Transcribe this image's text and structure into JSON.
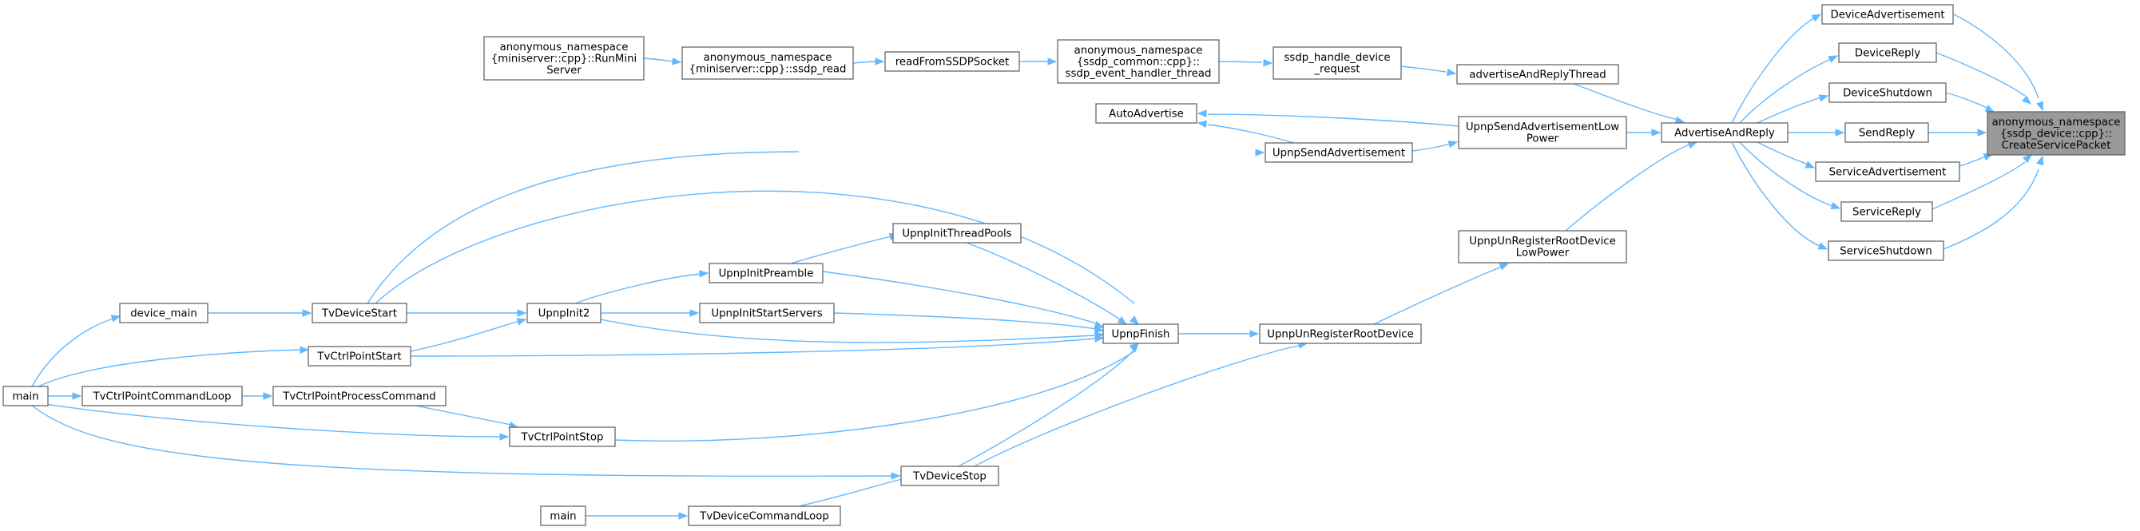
{
  "graph": {
    "title": "",
    "colors": {
      "edge": "#63b8ff",
      "border": "#666666",
      "focus_fill": "#999999",
      "node_fill": "#ffffff"
    },
    "nodes": [
      {
        "id": "create",
        "lines": [
          "anonymous_namespace",
          "{ssdp_device::cpp}::",
          "CreateServicePacket"
        ],
        "focus": true
      },
      {
        "id": "dev_adv",
        "lines": [
          "DeviceAdvertisement"
        ]
      },
      {
        "id": "dev_reply",
        "lines": [
          "DeviceReply"
        ]
      },
      {
        "id": "dev_shut",
        "lines": [
          "DeviceShutdown"
        ]
      },
      {
        "id": "send_reply",
        "lines": [
          "SendReply"
        ]
      },
      {
        "id": "svc_adv",
        "lines": [
          "ServiceAdvertisement"
        ]
      },
      {
        "id": "svc_reply",
        "lines": [
          "ServiceReply"
        ]
      },
      {
        "id": "svc_shut",
        "lines": [
          "ServiceShutdown"
        ]
      },
      {
        "id": "adv_reply",
        "lines": [
          "AdvertiseAndReply"
        ]
      },
      {
        "id": "adv_thread",
        "lines": [
          "advertiseAndReplyThread"
        ]
      },
      {
        "id": "send_adv_lp",
        "lines": [
          "UpnpSendAdvertisementLow",
          "Power"
        ]
      },
      {
        "id": "unreg_lp",
        "lines": [
          "UpnpUnRegisterRootDevice",
          "LowPower"
        ]
      },
      {
        "id": "ssdp_handle",
        "lines": [
          "ssdp_handle_device",
          "_request"
        ]
      },
      {
        "id": "ssdp_evt",
        "lines": [
          "anonymous_namespace",
          "{ssdp_common::cpp}::",
          "ssdp_event_handler_thread"
        ]
      },
      {
        "id": "read_ssdp",
        "lines": [
          "readFromSSDPSocket"
        ]
      },
      {
        "id": "ssdp_read",
        "lines": [
          "anonymous_namespace",
          "{miniserver::cpp}::ssdp_read"
        ]
      },
      {
        "id": "run_mini",
        "lines": [
          "anonymous_namespace",
          "{miniserver::cpp}::RunMini",
          "Server"
        ]
      },
      {
        "id": "auto_adv",
        "lines": [
          "AutoAdvertise"
        ]
      },
      {
        "id": "send_adv",
        "lines": [
          "UpnpSendAdvertisement"
        ]
      },
      {
        "id": "unreg",
        "lines": [
          "UpnpUnRegisterRootDevice"
        ]
      },
      {
        "id": "finish",
        "lines": [
          "UpnpFinish"
        ]
      },
      {
        "id": "init_pools",
        "lines": [
          "UpnpInitThreadPools"
        ]
      },
      {
        "id": "init_pre",
        "lines": [
          "UpnpInitPreamble"
        ]
      },
      {
        "id": "init_srv",
        "lines": [
          "UpnpInitStartServers"
        ]
      },
      {
        "id": "init2",
        "lines": [
          "UpnpInit2"
        ]
      },
      {
        "id": "tv_dev_start",
        "lines": [
          "TvDeviceStart"
        ]
      },
      {
        "id": "tv_cp_start",
        "lines": [
          "TvCtrlPointStart"
        ]
      },
      {
        "id": "device_main",
        "lines": [
          "device_main"
        ]
      },
      {
        "id": "main1",
        "lines": [
          "main"
        ]
      },
      {
        "id": "tv_cp_loop",
        "lines": [
          "TvCtrlPointCommandLoop"
        ]
      },
      {
        "id": "tv_cp_proc",
        "lines": [
          "TvCtrlPointProcessCommand"
        ]
      },
      {
        "id": "tv_cp_stop",
        "lines": [
          "TvCtrlPointStop"
        ]
      },
      {
        "id": "tv_dev_stop",
        "lines": [
          "TvDeviceStop"
        ]
      },
      {
        "id": "main2",
        "lines": [
          "main"
        ]
      },
      {
        "id": "tv_dev_loop",
        "lines": [
          "TvDeviceCommandLoop"
        ]
      }
    ],
    "edges": [
      {
        "from": "dev_adv",
        "to": "create"
      },
      {
        "from": "dev_reply",
        "to": "create"
      },
      {
        "from": "dev_shut",
        "to": "create"
      },
      {
        "from": "send_reply",
        "to": "create"
      },
      {
        "from": "svc_adv",
        "to": "create"
      },
      {
        "from": "svc_reply",
        "to": "create"
      },
      {
        "from": "svc_shut",
        "to": "create"
      },
      {
        "from": "adv_reply",
        "to": "dev_adv"
      },
      {
        "from": "adv_reply",
        "to": "dev_reply"
      },
      {
        "from": "adv_reply",
        "to": "dev_shut"
      },
      {
        "from": "adv_reply",
        "to": "send_reply"
      },
      {
        "from": "adv_reply",
        "to": "svc_adv"
      },
      {
        "from": "adv_reply",
        "to": "svc_reply"
      },
      {
        "from": "adv_reply",
        "to": "svc_shut"
      },
      {
        "from": "adv_thread",
        "to": "adv_reply"
      },
      {
        "from": "send_adv_lp",
        "to": "adv_reply"
      },
      {
        "from": "unreg_lp",
        "to": "adv_reply"
      },
      {
        "from": "ssdp_handle",
        "to": "adv_thread"
      },
      {
        "from": "ssdp_evt",
        "to": "ssdp_handle"
      },
      {
        "from": "read_ssdp",
        "to": "ssdp_evt"
      },
      {
        "from": "ssdp_read",
        "to": "read_ssdp"
      },
      {
        "from": "run_mini",
        "to": "ssdp_read"
      },
      {
        "from": "send_adv_lp",
        "to": "auto_adv"
      },
      {
        "from": "send_adv",
        "to": "send_adv_lp"
      },
      {
        "from": "send_adv",
        "to": "auto_adv"
      },
      {
        "from": "tv_dev_start",
        "to": "send_adv"
      },
      {
        "from": "unreg",
        "to": "unreg_lp"
      },
      {
        "from": "finish",
        "to": "unreg"
      },
      {
        "from": "tv_dev_stop",
        "to": "unreg"
      },
      {
        "from": "init_pre",
        "to": "init_pools"
      },
      {
        "from": "init_pools",
        "to": "finish"
      },
      {
        "from": "init_pre",
        "to": "finish"
      },
      {
        "from": "init_srv",
        "to": "finish"
      },
      {
        "from": "init2",
        "to": "finish"
      },
      {
        "from": "tv_dev_start",
        "to": "finish"
      },
      {
        "from": "tv_cp_start",
        "to": "finish"
      },
      {
        "from": "tv_cp_stop",
        "to": "finish"
      },
      {
        "from": "tv_dev_stop",
        "to": "finish"
      },
      {
        "from": "init2",
        "to": "init_pre"
      },
      {
        "from": "init2",
        "to": "init_srv"
      },
      {
        "from": "tv_dev_start",
        "to": "init2"
      },
      {
        "from": "tv_cp_start",
        "to": "init2"
      },
      {
        "from": "device_main",
        "to": "tv_dev_start"
      },
      {
        "from": "main1",
        "to": "device_main"
      },
      {
        "from": "main1",
        "to": "tv_cp_start"
      },
      {
        "from": "main1",
        "to": "tv_cp_loop"
      },
      {
        "from": "tv_cp_loop",
        "to": "tv_cp_proc"
      },
      {
        "from": "tv_cp_proc",
        "to": "tv_cp_stop"
      },
      {
        "from": "main1",
        "to": "tv_cp_stop"
      },
      {
        "from": "main1",
        "to": "tv_dev_stop"
      },
      {
        "from": "tv_dev_loop",
        "to": "tv_dev_stop"
      },
      {
        "from": "main2",
        "to": "tv_dev_loop"
      }
    ]
  }
}
